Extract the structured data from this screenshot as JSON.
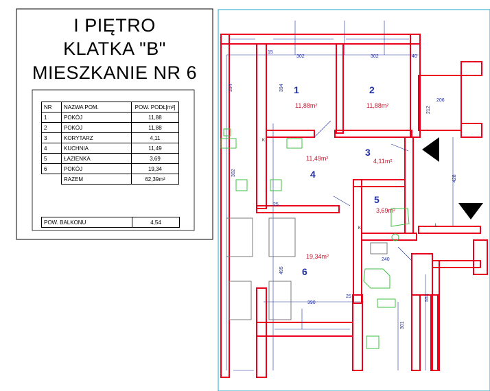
{
  "title": {
    "line1": "I PIĘTRO",
    "line2": "KLATKA \"B\"",
    "line3": "MIESZKANIE NR 6"
  },
  "table": {
    "headers": {
      "nr": "NR",
      "name": "NAZWA POM.",
      "area": "POW. PODŁ[m²]"
    },
    "rows": [
      {
        "nr": "1",
        "name": "POKÓJ",
        "area": "11,88"
      },
      {
        "nr": "2",
        "name": "POKÓJ",
        "area": "11,88"
      },
      {
        "nr": "3",
        "name": "KORYTARZ",
        "area": "4,11"
      },
      {
        "nr": "4",
        "name": "KUCHNIA",
        "area": "11,49"
      },
      {
        "nr": "5",
        "name": "ŁAZIENKA",
        "area": "3,69"
      },
      {
        "nr": "6",
        "name": "POKÓJ",
        "area": "19,34"
      }
    ],
    "total": {
      "label": "RAZEM",
      "area": "62,39m²"
    },
    "balcony": {
      "label": "POW. BALKONU",
      "area": "4,54"
    }
  },
  "plan": {
    "rooms": [
      {
        "number": "1",
        "area": "11,88m²"
      },
      {
        "number": "2",
        "area": "11,88m²"
      },
      {
        "number": "3",
        "area": "4,11m²"
      },
      {
        "number": "4",
        "area": "11,49m²"
      },
      {
        "number": "5",
        "area": "3,69m²"
      },
      {
        "number": "6",
        "area": "19,34m²"
      }
    ],
    "dimensions": {
      "d302a": "302",
      "d302b": "302",
      "d394a": "394",
      "d394b": "394",
      "d495": "495",
      "d390": "390",
      "d302c": "302",
      "d428": "428",
      "d553": "553",
      "d301": "301",
      "d206": "206",
      "d240": "240",
      "d212": "212",
      "d25a": "25",
      "d25b": "25",
      "d40": "40",
      "d15": "15"
    },
    "colors": {
      "wall": "#e8001c",
      "dimension": "#1d2c9c",
      "fixture": "#3fbf3f",
      "area": "#c0162c"
    }
  }
}
